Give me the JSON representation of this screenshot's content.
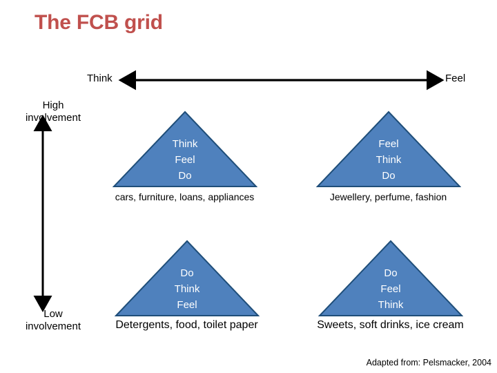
{
  "slide": {
    "title": "The FCB grid",
    "title_color": "#C0504D",
    "background": "#ffffff",
    "footer": "Adapted from: Pelsmacker, 2004"
  },
  "axes": {
    "horizontal": {
      "left_label": "Think",
      "right_label": "Feel",
      "arrow": "double-headed-horizontal-arrow",
      "color": "#000000"
    },
    "vertical": {
      "top_label_line1": "High",
      "top_label_line2": "involvement",
      "bottom_label_line1": "Low",
      "bottom_label_line2": "involvement",
      "arrow": "double-headed-vertical-arrow",
      "color": "#000000"
    }
  },
  "shape_style": {
    "fill": "#4F81BD",
    "stroke": "#1F4E79",
    "text_color": "#FFFFFF"
  },
  "quadrants": [
    {
      "id": "high-involvement-think",
      "position": "top-left",
      "lines": [
        "Think",
        "Feel",
        "Do"
      ],
      "caption": "cars, furniture, loans, appliances"
    },
    {
      "id": "high-involvement-feel",
      "position": "top-right",
      "lines": [
        "Feel",
        "Think",
        "Do"
      ],
      "caption": "Jewellery, perfume, fashion"
    },
    {
      "id": "low-involvement-think",
      "position": "bottom-left",
      "lines": [
        "Do",
        "Think",
        "Feel"
      ],
      "caption": "Detergents, food, toilet paper"
    },
    {
      "id": "low-involvement-feel",
      "position": "bottom-right",
      "lines": [
        "Do",
        "Feel",
        "Think"
      ],
      "caption": "Sweets, soft drinks, ice cream"
    }
  ]
}
